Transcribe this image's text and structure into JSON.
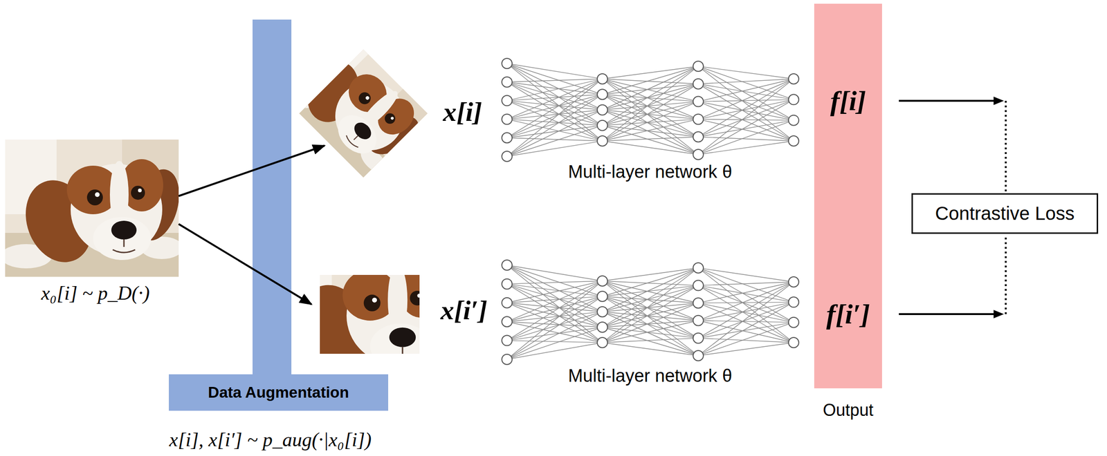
{
  "diagram": {
    "nodes": [
      {
        "text": [
          "Data Augmentation"
        ]
      },
      {
        "text": [
          "f[i]",
          "f[i′]",
          "Output"
        ]
      },
      {
        "text": [
          "Contrastive Loss"
        ]
      }
    ],
    "edges": [
      {
        "from": 1,
        "to": 2,
        "arrow": "to"
      },
      {
        "from": 1,
        "to": 2,
        "arrow": "to"
      }
    ],
    "labels": [
      "x₀[i] ~ p_D(·)",
      "x[i], x[i′] ~ p_aug(·|x₀[i])",
      "x[i]",
      "x[i′]",
      "Multi-layer network θ",
      "Multi-layer network θ"
    ]
  }
}
